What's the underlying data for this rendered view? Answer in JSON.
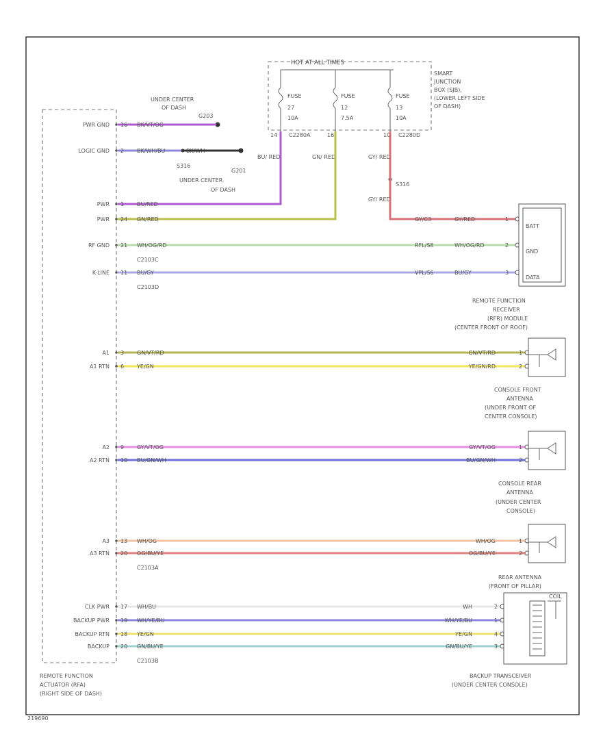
{
  "fuse_box": {
    "title": "HOT AT ALL TIMES",
    "location": [
      "SMART",
      "JUNCTION",
      "BOX (SJB),",
      "(LOWER LEFT SIDE",
      "OF DASH)"
    ],
    "fuses": [
      {
        "name": "FUSE",
        "number": "27",
        "rating": "10A",
        "pin": "14",
        "connector": "C2280A"
      },
      {
        "name": "FUSE",
        "number": "12",
        "rating": "7.5A",
        "pin": "16",
        "connector": ""
      },
      {
        "name": "FUSE",
        "number": "13",
        "rating": "10A",
        "pin": "10",
        "connector": "C2280D"
      }
    ],
    "wire_labels": [
      "BU/ RED",
      "GN/ RED",
      "GY/ RED"
    ]
  },
  "grounds": {
    "g1": {
      "location": [
        "UNDER CENTER",
        "OF DASH"
      ],
      "id": "G203"
    },
    "g2": {
      "splice": "BK/WH",
      "id": "G201",
      "splice_id": "S316",
      "location": [
        "UNDER CENTER",
        "OF DASH"
      ]
    },
    "splice": {
      "id": "S316",
      "wire": "GY/ RED"
    }
  },
  "module": {
    "name": [
      "REMOTE FUNCTION",
      "ACTUATOR (RFA)",
      "(RIGHT SIDE OF DASH)"
    ],
    "pins": [
      {
        "label": "PWR GND",
        "pin": "16",
        "wire": "BK/VT/OG"
      },
      {
        "label": "LOGIC GND",
        "pin": "2",
        "wire": "BK/WH/BU"
      },
      {
        "label": "PWR",
        "pin": "1",
        "wire": "BU/RED"
      },
      {
        "label": "PWR",
        "pin": "24",
        "wire": "GN/RED"
      },
      {
        "label": "RF GND",
        "pin": "21",
        "wire": "WH/OG/RD",
        "connector": "C2103C"
      },
      {
        "label": "K-LINE",
        "pin": "11",
        "wire": "BU/GY",
        "connector": "C2103D"
      },
      {
        "label": "A1",
        "pin": "3",
        "wire": "GN/VT/RD"
      },
      {
        "label": "A1 RTN",
        "pin": "6",
        "wire": "YE/GN"
      },
      {
        "label": "A2",
        "pin": "9",
        "wire": "GY/VT/OG"
      },
      {
        "label": "A2 RTN",
        "pin": "10",
        "wire": "BU/GN/WH"
      },
      {
        "label": "A3",
        "pin": "13",
        "wire": "WH/OG"
      },
      {
        "label": "A3 RTN",
        "pin": "20",
        "wire": "OG/BU/YE",
        "connector": "C2103A"
      },
      {
        "label": "CLK PWR",
        "pin": "17",
        "wire": "WH/BU"
      },
      {
        "label": "BACKUP PWR",
        "pin": "19",
        "wire": "WH/YE/BU"
      },
      {
        "label": "BACKUP RTN",
        "pin": "18",
        "wire": "YE/GN"
      },
      {
        "label": "BACKUP",
        "pin": "20",
        "wire": "GN/BU/YE",
        "connector": "C2103B"
      }
    ]
  },
  "rfr": {
    "name": [
      "REMOTE FUNCTION",
      "RECEIVER",
      "(RFR) MODULE",
      "(CENTER FRONT OF ROOF)"
    ],
    "pins": [
      {
        "label": "BATT",
        "pin": "1",
        "wire": "GY/RED",
        "splice": "GY/C3"
      },
      {
        "label": "GND",
        "pin": "2",
        "wire": "WH/OG/RD",
        "splice": "RFL/S8"
      },
      {
        "label": "DATA",
        "pin": "3",
        "wire": "BU/GY",
        "splice": "VPL/S6"
      }
    ]
  },
  "antennas": [
    {
      "name": [
        "CONSOLE FRONT",
        "ANTENNA",
        "(UNDER FRONT OF",
        "CENTER CONSOLE)"
      ],
      "wires": [
        "GN/VT/RD",
        "YE/GN/RD"
      ],
      "pins": [
        "1",
        "2"
      ]
    },
    {
      "name": [
        "CONSOLE REAR",
        "ANTENNA",
        "(UNDER CENTER",
        "CONSOLE)"
      ],
      "wires": [
        "GY/VT/OG",
        "BU/GN/WH"
      ],
      "pins": [
        "1",
        "2"
      ]
    },
    {
      "name": [
        "REAR ANTENNA",
        "(FRONT OF PILLAR)"
      ],
      "wires": [
        "WH/OG",
        "OG/BU/YE"
      ],
      "pins": [
        "1",
        "2"
      ]
    }
  ],
  "transceiver": {
    "name": [
      "BACKUP TRANSCEIVER",
      "(UNDER CENTER CONSOLE)"
    ],
    "wires": [
      "WH",
      "WH/YE/BU",
      "YE/GN",
      "GN/BU/YE"
    ],
    "pins": [
      "2",
      "1",
      "4",
      "3"
    ],
    "tag": "COIL"
  },
  "footer": "219690",
  "colors": {
    "purple": "#b05ad0",
    "olive": "#b9be48",
    "green_light": "#b9dcab",
    "lavender": "#a9a7e6",
    "olive2": "#b3b550",
    "yellow": "#f2e65a",
    "pink": "#e38ee0",
    "blue": "#6f6fdc",
    "peach": "#f2c3a2",
    "salmon": "#e0827e",
    "white_wire": "#e8e8e8",
    "violet": "#8f86dc",
    "yellow2": "#efe170",
    "teal": "#9ed2cf",
    "tan": "#d9cb90",
    "red": "#d8707a"
  }
}
